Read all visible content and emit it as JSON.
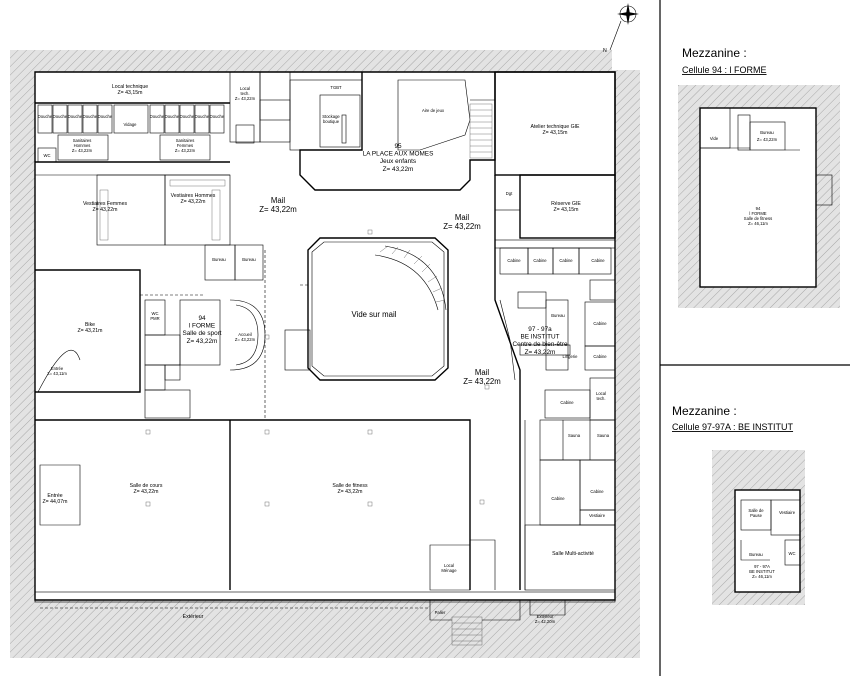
{
  "north_label": "N",
  "right_panel": {
    "mezz1": {
      "title": "Mezzanine :",
      "subtitle": "Cellule 94 : l FORME",
      "labels": {
        "vide": "Vide",
        "bureau": "Bureau",
        "bureau_z": "Z= 43,22m",
        "salle": "94\nl FORME\nSalle de fitness\nZ= 46,11m"
      }
    },
    "mezz2": {
      "title": "Mezzanine :",
      "subtitle": "Cellule 97-97A : BE INSTITUT",
      "labels": {
        "salle_pause": "Salle de\nPause",
        "vestiaire": "Vestiaire",
        "bureau": "Bureau",
        "wc": "WC",
        "cell": "97 - 97A\nBE INSTITUT\nZ= 46,11m"
      }
    }
  },
  "rooms": {
    "local_tech_top": "Local technique\nZ= 43,15m",
    "douche": "Douche",
    "vidage": "Vidage",
    "sanitaires_hommes": "Sanitaires\nHommes\nZ= 43,22m",
    "sanitaires_femmes": "Sanitaires\nFemmes\nZ= 43,22m",
    "wc": "WC",
    "vestiaire_femmes": "Vestiaires Femmes\nZ= 43,22m",
    "vestiaire_hommes": "Vestiaires Hommes\nZ= 43,22m",
    "local_tech_small": "Local\ntech.\nZ= 43,22m",
    "tgbt": "TGBT",
    "stockage": "Stockage\nboutique",
    "aire_de_jeux": "Aire de jeux",
    "place_aux_momes": "95\nLA PLACE AUX MOMES\nJeux enfants\nZ= 43,22m",
    "atelier_gie": "Atelier technique GIE\nZ= 43,15m",
    "reserve_gie": "Réserve GIE\nZ= 43,15m",
    "mail_1": "Mail\nZ= 43,22m",
    "mail_2": "Mail\nZ= 43,22m",
    "mail_3": "Mail\nZ= 43,22m",
    "vide_sur_mail": "Vide sur mail",
    "bike": "Bike\nZ= 43,21m",
    "cellule_94": "94\nl FORME\nSalle de sport\nZ= 43,22m",
    "wc_pmr": "WC\nPMR",
    "entree_left": "Entrée\nZ= 43,11m",
    "salle_cours": "Salle de cours\nZ= 43,22m",
    "salle_fitness": "Salle de fitness\nZ= 43,22m",
    "entree_bottom_left": "Entrée\nZ= 44,07m",
    "cabine": "Cabine",
    "cellule_97": "97 - 97a\nBE INSTITUT\nCentre de bien-être\nZ= 43,22m",
    "sauna": "Sauna",
    "salle_activite": "Salle Multi-activité",
    "local_menage": "Local\nMénage",
    "palier": "Palier",
    "exterieur": "Extérieur",
    "exterieur_right": "Extérieur\nZ= 42,20m",
    "bureau": "Bureau",
    "accueil": "Accueil\nZ= 43,22m",
    "local_tech_right": "Local\ntech.",
    "vestiaire": "Vestiaire",
    "dgt": "Dgt",
    "lingerie": "Lingerie"
  }
}
